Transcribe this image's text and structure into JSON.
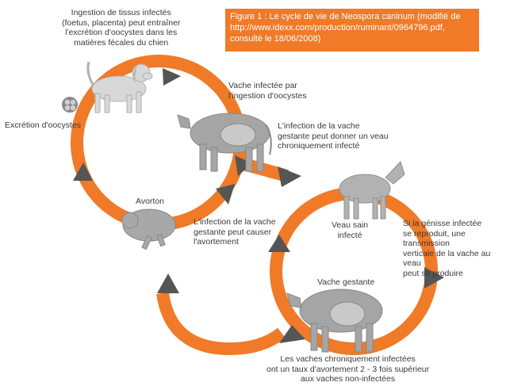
{
  "caption": "Figure 1 : Le cycle de vie de Neospora caninum (modifié de http://www.idexx.com/production/ruminant/0964796.pdf, consulté le 18/06/2008)",
  "labels": {
    "ingestion_tissus": "Ingestion de tissus infectés\n(foetus, placenta) peut entraîner\nl'excrétion d'oocystes dans les\nmatières fécales du chien",
    "excretion": "Excrétion d'oocystes",
    "vache_infectee": "Vache infectée par\nl'ingestion d'oocystes",
    "infection_veau": "L'infection de la vache\ngestante peut donner un veau\nchroniquement infecté",
    "avorton": "Avorton",
    "infection_avortement": "L'infection de la vache\ngestante peut causer\nl'avortement",
    "veau_sain": "Veau sain\ninfecté",
    "genisse": "Si la génisse infectée\nse reproduit, une transmission\nverticale de la vache au veau\npeut se produire",
    "vache_gestante": "Vache gestante",
    "avortement_taux": "Les vaches chroniquement infectées\nont un taux d'avortement 2 - 3 fois supérieur\naux vaches non-infectées"
  },
  "colors": {
    "ring": "#f07a28",
    "arrow": "#555555",
    "animal": "#9c9c9c",
    "caption_bg": "#f07a28"
  },
  "icons": {
    "dog": "dog-icon",
    "oocyst": "oocyst-icon",
    "cow_infected": "cow-icon",
    "aborted_fetus": "fetus-icon",
    "calf": "calf-icon",
    "pregnant_cow": "pregnant-cow-icon"
  }
}
